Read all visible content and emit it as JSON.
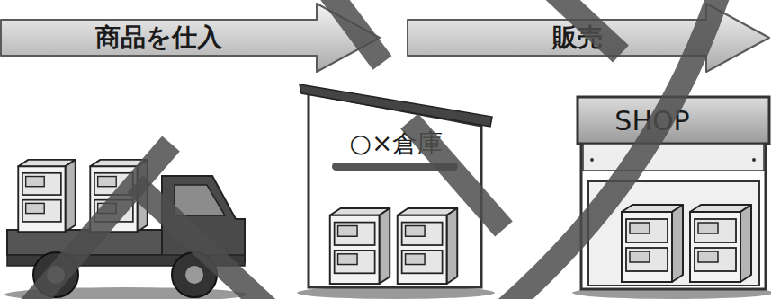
{
  "diagram": {
    "nodes": [
      {
        "text": [
          "商品を仕入"
        ]
      },
      {
        "text": [
          "販売"
        ]
      },
      {
        "text": [
          "○×倉庫"
        ]
      },
      {
        "text": [
          "SHOP"
        ]
      }
    ]
  }
}
